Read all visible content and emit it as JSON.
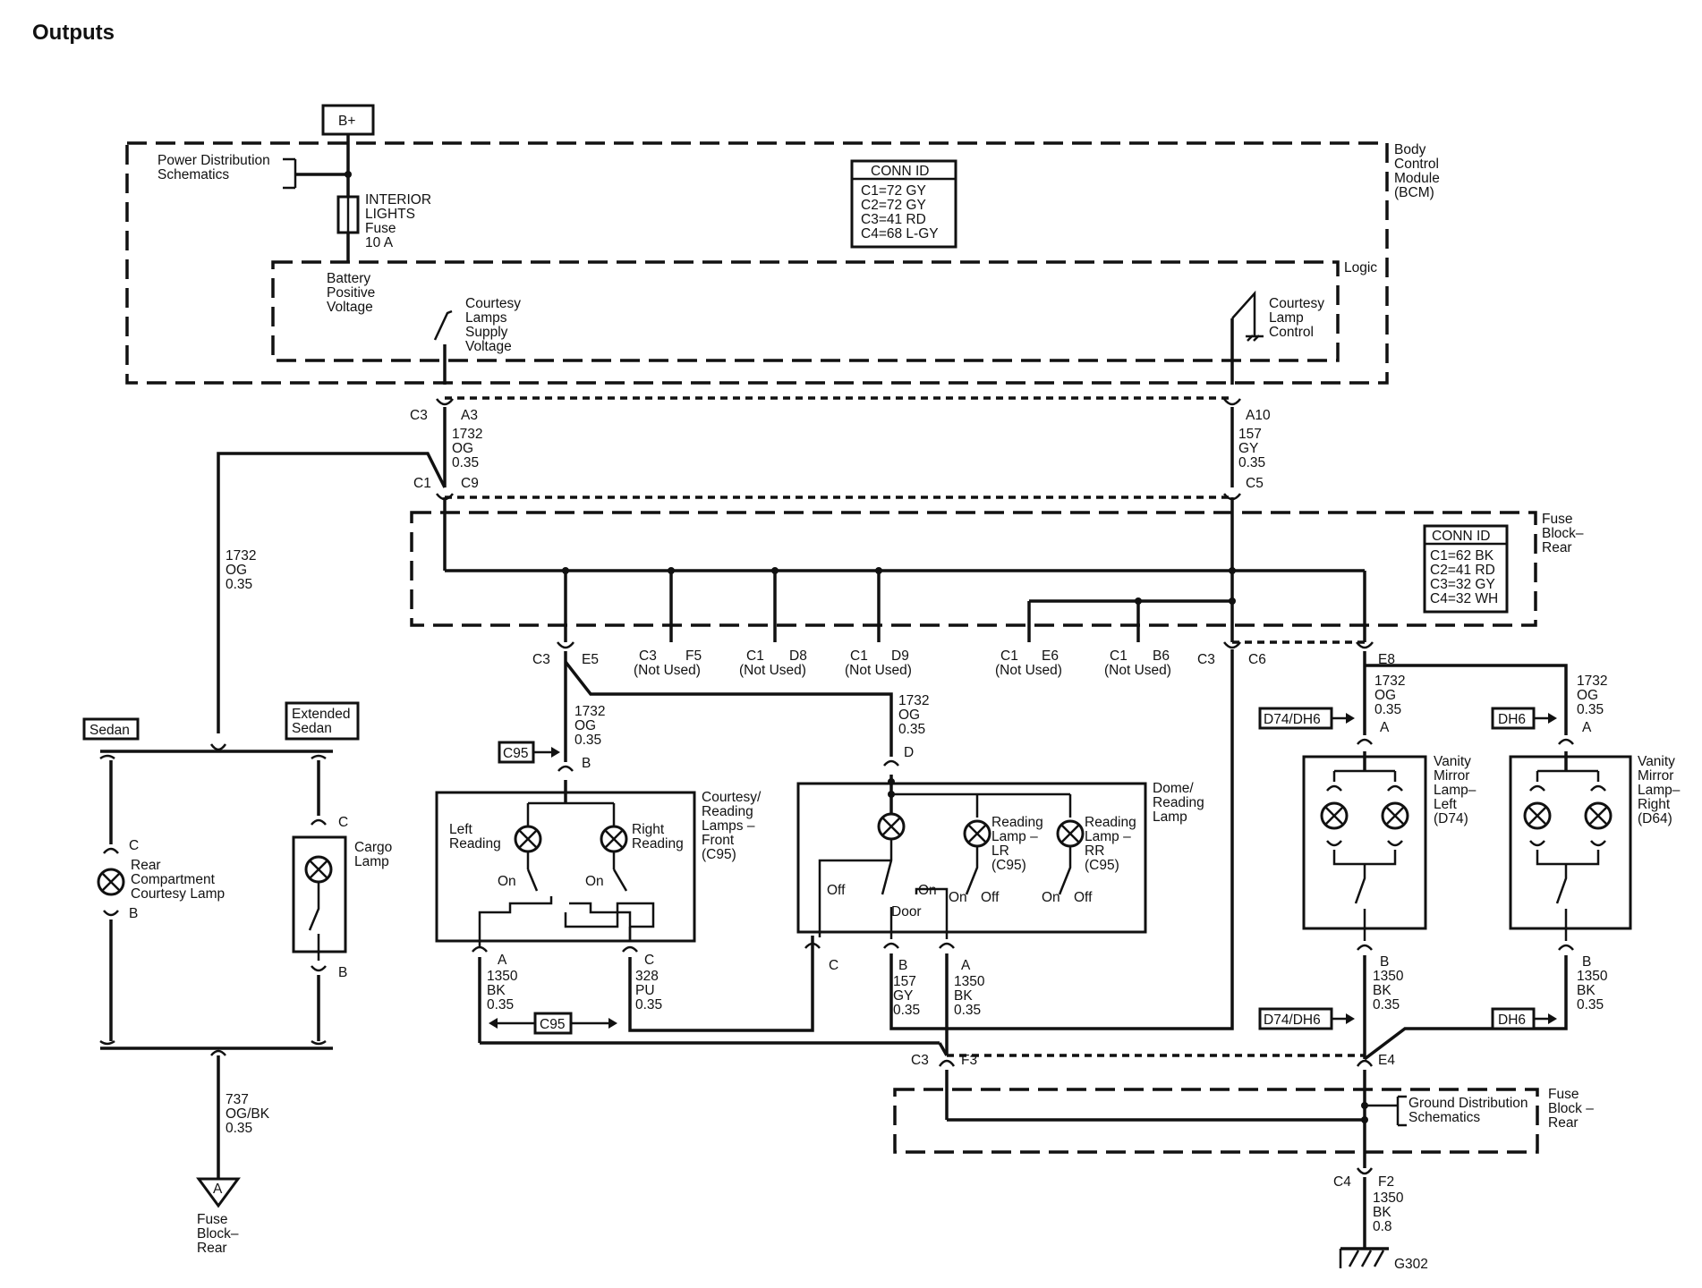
{
  "title": "Outputs",
  "power": {
    "source": "B+",
    "pds_ref": [
      "Power Distribution",
      "Schematics"
    ],
    "fuse": [
      "INTERIOR",
      "LIGHTS",
      "Fuse",
      "10 A"
    ],
    "battery_voltage": [
      "Battery",
      "Positive",
      "Voltage"
    ]
  },
  "bcm": {
    "name": [
      "Body",
      "Control",
      "Module",
      "(BCM)"
    ],
    "logic_label": "Logic",
    "conn_title": "CONN ID",
    "conn": [
      "C1=72 GY",
      "C2=72 GY",
      "C3=41 RD",
      "C4=68 L-GY"
    ],
    "supply": [
      "Courtesy",
      "Lamps",
      "Supply",
      "Voltage"
    ],
    "control": [
      "Courtesy",
      "Lamp",
      "Control"
    ]
  },
  "fuse_block": {
    "name": [
      "Fuse",
      "Block–",
      "Rear"
    ],
    "conn_title": "CONN ID",
    "conn": [
      "C1=62 BK",
      "C2=41 RD",
      "C3=32 GY",
      "C4=32 WH"
    ],
    "bottom_name": [
      "Fuse",
      "Block –",
      "Rear"
    ]
  },
  "connectors": {
    "c3": "C3",
    "a3": "A3",
    "c1": "C1",
    "c9": "C9",
    "a10": "A10",
    "c5": "C5",
    "c3_e5": "C3",
    "e5": "E5",
    "c3_f5": "C3",
    "f5": "F5",
    "c1_d8": "C1",
    "d8": "D8",
    "c1_d9": "C1",
    "d9": "D9",
    "c1_e6": "C1",
    "e6": "E6",
    "c1_b6": "C1",
    "b6": "B6",
    "c3_c6": "C3",
    "c6": "C6",
    "e8": "E8",
    "c3_f3": "C3",
    "f3": "F3",
    "e4": "E4",
    "c4": "C4",
    "f2": "F2",
    "not_used": "(Not Used)"
  },
  "wires": {
    "w1732": [
      "1732",
      "OG",
      "0.35"
    ],
    "w157": [
      "157",
      "GY",
      "0.35"
    ],
    "w1350": [
      "1350",
      "BK",
      "0.35"
    ],
    "w328": [
      "328",
      "PU",
      "0.35"
    ],
    "w737": [
      "737",
      "OG/BK",
      "0.35"
    ],
    "w1350_08": [
      "1350",
      "BK",
      "0.8"
    ]
  },
  "pins": {
    "a": "A",
    "b": "B",
    "c": "C",
    "d": "D"
  },
  "options": {
    "sedan": "Sedan",
    "extended": [
      "Extended",
      "Sedan"
    ],
    "c95": "C95",
    "d74dh6": "D74/DH6",
    "dh6": "DH6"
  },
  "components": {
    "rear_lamp": [
      "Rear",
      "Compartment",
      "Courtesy Lamp"
    ],
    "cargo_lamp": [
      "Cargo",
      "Lamp"
    ],
    "front_lamps": [
      "Courtesy/",
      "Reading",
      "Lamps –",
      "Front",
      "(C95)"
    ],
    "left_reading": [
      "Left",
      "Reading"
    ],
    "right_reading": [
      "Right",
      "Reading"
    ],
    "dome_lamp": [
      "Dome/",
      "Reading",
      "Lamp"
    ],
    "reading_lr": [
      "Reading",
      "Lamp –",
      "LR",
      "(C95)"
    ],
    "reading_rr": [
      "Reading",
      "Lamp –",
      "RR",
      "(C95)"
    ],
    "vanity_left": [
      "Vanity",
      "Mirror",
      "Lamp–",
      "Left",
      "(D74)"
    ],
    "vanity_right": [
      "Vanity",
      "Mirror",
      "Lamp–",
      "Right",
      "(D64)"
    ],
    "on": "On",
    "off": "Off",
    "door": "Door"
  },
  "grounds": {
    "a_label": "A",
    "fuse_block": [
      "Fuse",
      "Block–",
      "Rear"
    ],
    "gds": [
      "Ground Distribution",
      "Schematics"
    ],
    "g302": "G302"
  }
}
